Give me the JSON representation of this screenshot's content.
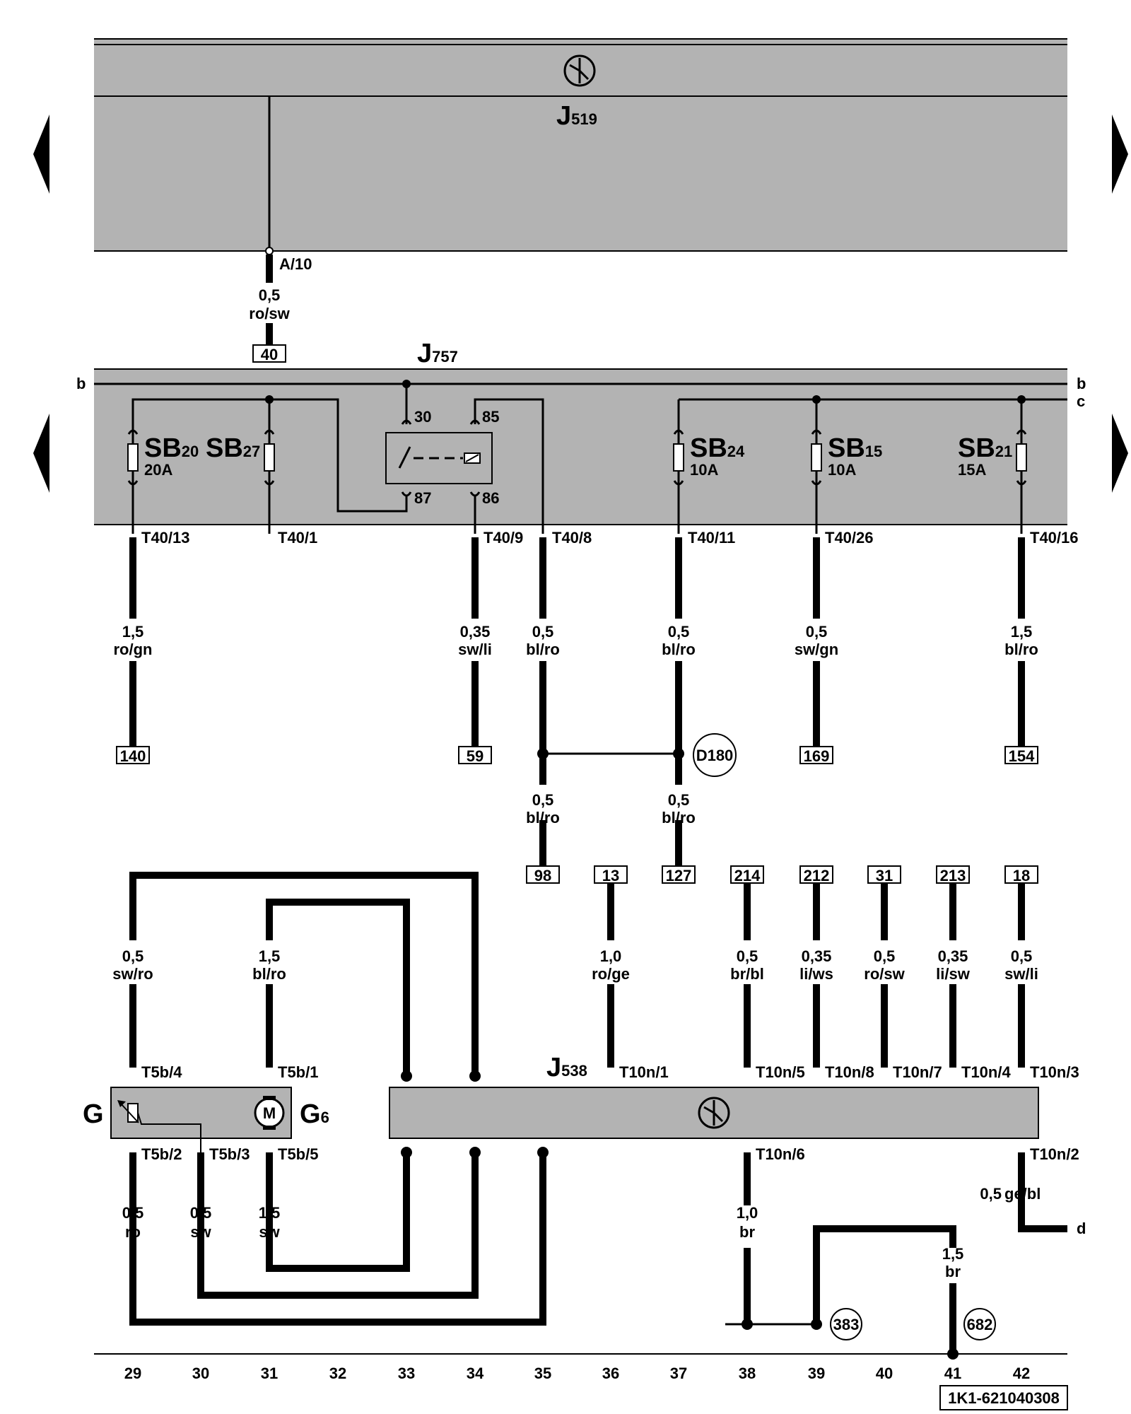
{
  "modules": {
    "j519": {
      "name": "J",
      "sub": "519"
    },
    "j757": {
      "name": "J",
      "sub": "757"
    },
    "j538": {
      "name": "J",
      "sub": "538"
    }
  },
  "components": {
    "g": "G",
    "g6": {
      "name": "G",
      "sub": "6"
    },
    "motor": "M"
  },
  "relay": {
    "p30": "30",
    "p85": "85",
    "p87": "87",
    "p86": "86"
  },
  "fuses": [
    {
      "id": "SB",
      "sub": "20",
      "amp": "20A"
    },
    {
      "id": "SB",
      "sub": "27",
      "amp": ""
    },
    {
      "id": "SB",
      "sub": "24",
      "amp": "10A"
    },
    {
      "id": "SB",
      "sub": "15",
      "amp": "10A"
    },
    {
      "id": "SB",
      "sub": "21",
      "amp": "15A"
    }
  ],
  "rails": {
    "b_left": "b",
    "b_right": "b",
    "c_right": "c",
    "d_right": "d"
  },
  "terminals": {
    "a10": "A/10",
    "t40_13": "T40/13",
    "t40_1": "T40/1",
    "t40_9": "T40/9",
    "t40_8": "T40/8",
    "t40_11": "T40/11",
    "t40_26": "T40/26",
    "t40_16": "T40/16",
    "t5b_4": "T5b/4",
    "t5b_1": "T5b/1",
    "t5b_2": "T5b/2",
    "t5b_3": "T5b/3",
    "t5b_5": "T5b/5",
    "t10n_1": "T10n/1",
    "t10n_5": "T10n/5",
    "t10n_8": "T10n/8",
    "t10n_7": "T10n/7",
    "t10n_4": "T10n/4",
    "t10n_3": "T10n/3",
    "t10n_6": "T10n/6",
    "t10n_2": "T10n/2"
  },
  "wires": [
    {
      "gauge": "0,5",
      "color": "ro/sw"
    },
    {
      "gauge": "1,5",
      "color": "ro/gn"
    },
    {
      "gauge": "0,35",
      "color": "sw/li"
    },
    {
      "gauge": "0,5",
      "color": "bl/ro"
    },
    {
      "gauge": "0,5",
      "color": "bl/ro"
    },
    {
      "gauge": "0,5",
      "color": "sw/gn"
    },
    {
      "gauge": "1,5",
      "color": "bl/ro"
    },
    {
      "gauge": "0,5",
      "color": "bl/ro"
    },
    {
      "gauge": "0,5",
      "color": "bl/ro"
    },
    {
      "gauge": "0,5",
      "color": "sw/ro"
    },
    {
      "gauge": "1,5",
      "color": "bl/ro"
    },
    {
      "gauge": "1,0",
      "color": "ro/ge"
    },
    {
      "gauge": "0,5",
      "color": "br/bl"
    },
    {
      "gauge": "0,35",
      "color": "li/ws"
    },
    {
      "gauge": "0,5",
      "color": "ro/sw"
    },
    {
      "gauge": "0,35",
      "color": "li/sw"
    },
    {
      "gauge": "0,5",
      "color": "sw/li"
    },
    {
      "gauge": "0,5",
      "color": "ro"
    },
    {
      "gauge": "0,5",
      "color": "sw"
    },
    {
      "gauge": "1,5",
      "color": "sw"
    },
    {
      "gauge": "1,0",
      "color": "br"
    },
    {
      "gauge": "1,5",
      "color": "br"
    },
    {
      "gauge": "0,5",
      "color": "ge/bl"
    }
  ],
  "refs": [
    "40",
    "140",
    "59",
    "169",
    "154",
    "98",
    "13",
    "127",
    "214",
    "212",
    "31",
    "213",
    "18"
  ],
  "grounds": [
    "D180",
    "383",
    "682"
  ],
  "columns": [
    "29",
    "30",
    "31",
    "32",
    "33",
    "34",
    "35",
    "36",
    "37",
    "38",
    "39",
    "40",
    "41",
    "42"
  ],
  "code": "1K1-621040308"
}
